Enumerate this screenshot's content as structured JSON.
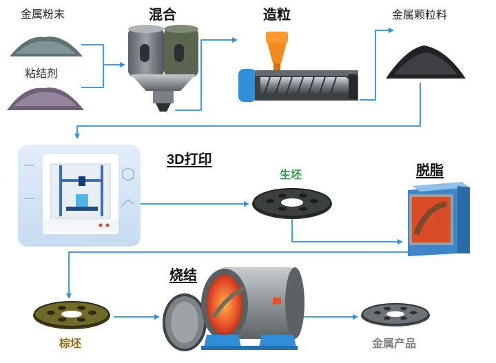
{
  "labels": {
    "metal_powder": "金属粉末",
    "binder": "粘结剂",
    "mixing": "混合",
    "granulation": "造粒",
    "metal_granules": "金属颗粒料",
    "printing_3d": "3D打印",
    "green_part": "生坯",
    "debinding": "脱脂",
    "brown_part": "棕坯",
    "sintering": "烧结",
    "metal_product": "金属产品"
  },
  "colors": {
    "flow_line": "#2f8fe0",
    "green_text": "#2e9e48",
    "brown_text": "#9a6b12",
    "grey_text": "#7f7f7f",
    "hopper_orange": "#f28a1e",
    "barrel_blue": "#2f8fd6",
    "furnace_red": "#e04a2a"
  },
  "icons": {
    "mixer": "twin-hopper-mixer-icon",
    "granulator": "screw-extruder-icon",
    "printer": "3d-printer-icon",
    "debinding_oven": "debinding-oven-icon",
    "sintering_furnace": "sintering-furnace-icon"
  }
}
